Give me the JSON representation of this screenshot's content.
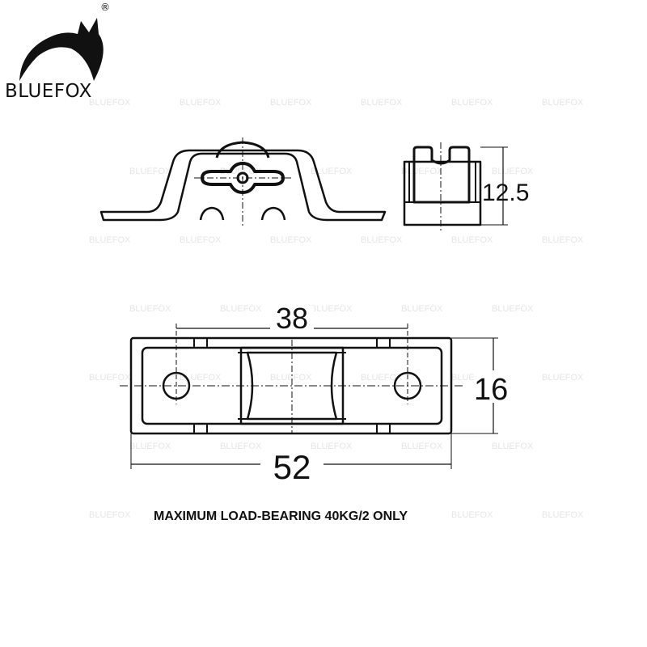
{
  "brand": {
    "name": "BLUEFOX",
    "registered_mark": "®",
    "watermark": "BLUEFOX",
    "icon": "fox-head-logo"
  },
  "dimensions": {
    "height": "12.5",
    "hole_spacing": "38",
    "width": "16",
    "length": "52"
  },
  "caption": "MAXIMUM LOAD-BEARING 40KG/2 ONLY",
  "colors": {
    "line": "#111111",
    "watermark": "#e6e6e6",
    "background": "#ffffff"
  }
}
